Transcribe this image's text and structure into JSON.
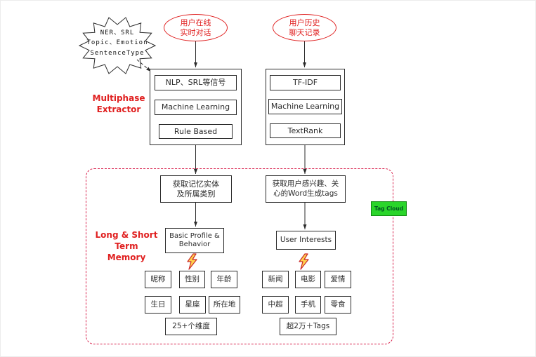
{
  "colors": {
    "red": "#e02020",
    "ink": "#2b2b2b",
    "dash-red": "#d81e4a",
    "green": "#2ad52a",
    "green-border": "#128a12"
  },
  "annotation_cloud": {
    "line1": "NER、SRL",
    "line2": "Topic、Emotion",
    "line3": "SentenceType"
  },
  "sources": {
    "online": {
      "line1": "用户在线",
      "line2": "实时对话"
    },
    "history": {
      "line1": "用户历史",
      "line2": "聊天记录"
    }
  },
  "extractor": {
    "label_line1": "Multiphase",
    "label_line2": "Extractor",
    "left_items": [
      "NLP、SRL等信号",
      "Machine Learning",
      "Rule Based"
    ],
    "right_items": [
      "TF-IDF",
      "Machine Learning",
      "TextRank"
    ]
  },
  "outputs": {
    "left_line1": "获取记忆实体",
    "left_line2": "及所属类别",
    "right_line1": "获取用户感兴趣、关",
    "right_line2": "心的Word生成tags"
  },
  "memory": {
    "label_line1": "Long & Short Term",
    "label_line2": "Memory",
    "tag_cloud_label": "Tag Cloud",
    "profile": {
      "title_line1": "Basic Profile &",
      "title_line2": "Behavior",
      "tags": [
        "昵称",
        "性别",
        "年龄",
        "生日",
        "星座",
        "所在地"
      ],
      "summary": "25+个维度"
    },
    "interests": {
      "title": "User Interests",
      "tags": [
        "新闻",
        "电影",
        "爱情",
        "中超",
        "手机",
        "零食"
      ],
      "summary": "超2万＋Tags"
    }
  }
}
